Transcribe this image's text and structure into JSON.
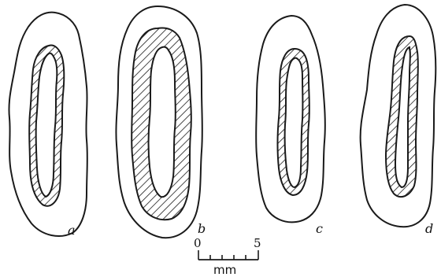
{
  "figure": {
    "panels": [
      {
        "id": "a",
        "label": "a"
      },
      {
        "id": "b",
        "label": "b"
      },
      {
        "id": "c",
        "label": "c"
      },
      {
        "id": "d",
        "label": "d"
      }
    ],
    "scale_bar": {
      "start_label": "0",
      "end_label": "5",
      "unit_label": "mm"
    },
    "hatch_pattern": "diagonal-hatch",
    "stroke_color": "#1a1a1a",
    "background": "#ffffff"
  }
}
